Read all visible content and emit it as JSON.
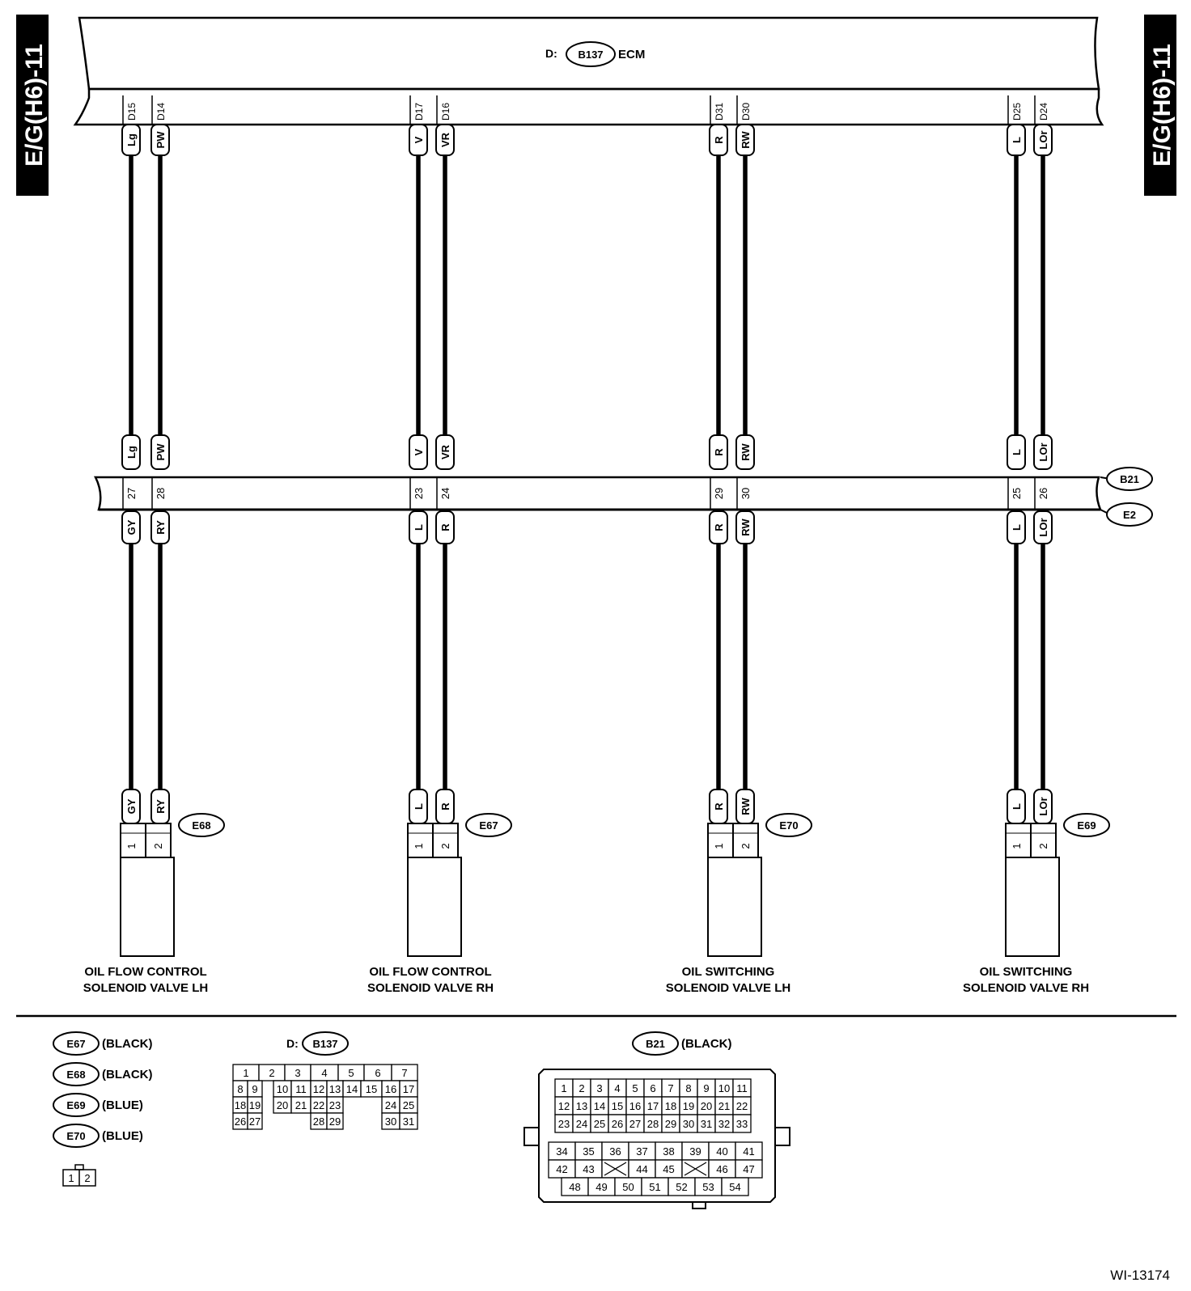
{
  "side_tab_left": "E/G(H6)-11",
  "side_tab_right": "E/G(H6)-11",
  "ecm": {
    "prefix": "D:",
    "connector": "B137",
    "name": "ECM"
  },
  "junction": {
    "upper_connector": "B21",
    "lower_connector": "E2"
  },
  "wires": [
    {
      "ecm_pin": "D15",
      "upper_color": "Lg",
      "b21_pin": "27",
      "lower_color": "GY"
    },
    {
      "ecm_pin": "D14",
      "upper_color": "PW",
      "b21_pin": "28",
      "lower_color": "RY"
    },
    {
      "ecm_pin": "D17",
      "upper_color": "V",
      "b21_pin": "23",
      "lower_color": "L"
    },
    {
      "ecm_pin": "D16",
      "upper_color": "VR",
      "b21_pin": "24",
      "lower_color": "R"
    },
    {
      "ecm_pin": "D31",
      "upper_color": "R",
      "b21_pin": "29",
      "lower_color": "R"
    },
    {
      "ecm_pin": "D30",
      "upper_color": "RW",
      "b21_pin": "30",
      "lower_color": "RW"
    },
    {
      "ecm_pin": "D25",
      "upper_color": "L",
      "b21_pin": "25",
      "lower_color": "L"
    },
    {
      "ecm_pin": "D24",
      "upper_color": "LOr",
      "b21_pin": "26",
      "lower_color": "LOr"
    }
  ],
  "valves": [
    {
      "connector": "E68",
      "pins": [
        "1",
        "2"
      ],
      "line1": "OIL FLOW CONTROL",
      "line2": "SOLENOID VALVE LH"
    },
    {
      "connector": "E67",
      "pins": [
        "1",
        "2"
      ],
      "line1": "OIL FLOW CONTROL",
      "line2": "SOLENOID VALVE RH"
    },
    {
      "connector": "E70",
      "pins": [
        "1",
        "2"
      ],
      "line1": "OIL SWITCHING",
      "line2": "SOLENOID VALVE LH"
    },
    {
      "connector": "E69",
      "pins": [
        "1",
        "2"
      ],
      "line1": "OIL SWITCHING",
      "line2": "SOLENOID VALVE RH"
    }
  ],
  "legend": {
    "connectors": [
      {
        "id": "E67",
        "color": "(BLACK)"
      },
      {
        "id": "E68",
        "color": "(BLACK)"
      },
      {
        "id": "E69",
        "color": "(BLUE)"
      },
      {
        "id": "E70",
        "color": "(BLUE)"
      }
    ],
    "small_pins": [
      "1",
      "2"
    ],
    "b137_prefix": "D:",
    "b137_id": "B137",
    "b137_rows": [
      [
        "1",
        "2",
        "3",
        "4",
        "5",
        "6",
        "7"
      ],
      [
        "8",
        "9",
        "10",
        "11",
        "12",
        "13",
        "14",
        "15",
        "16",
        "17"
      ],
      [
        "18",
        "19",
        "20",
        "21",
        "22",
        "23",
        "24",
        "25"
      ],
      [
        "26",
        "27",
        "28",
        "29",
        "30",
        "31"
      ]
    ],
    "b21_id": "B21",
    "b21_color": "(BLACK)",
    "b21_rows": [
      [
        "1",
        "2",
        "3",
        "4",
        "5",
        "6",
        "7",
        "8",
        "9",
        "10",
        "11"
      ],
      [
        "12",
        "13",
        "14",
        "15",
        "16",
        "17",
        "18",
        "19",
        "20",
        "21",
        "22"
      ],
      [
        "23",
        "24",
        "25",
        "26",
        "27",
        "28",
        "29",
        "30",
        "31",
        "32",
        "33"
      ],
      [
        "34",
        "35",
        "36",
        "37",
        "38",
        "39",
        "40",
        "41"
      ],
      [
        "42",
        "43",
        "",
        "44",
        "45",
        "",
        "46",
        "47"
      ],
      [
        "48",
        "49",
        "50",
        "51",
        "52",
        "53",
        "54"
      ]
    ]
  },
  "footer_code": "WI-13174"
}
